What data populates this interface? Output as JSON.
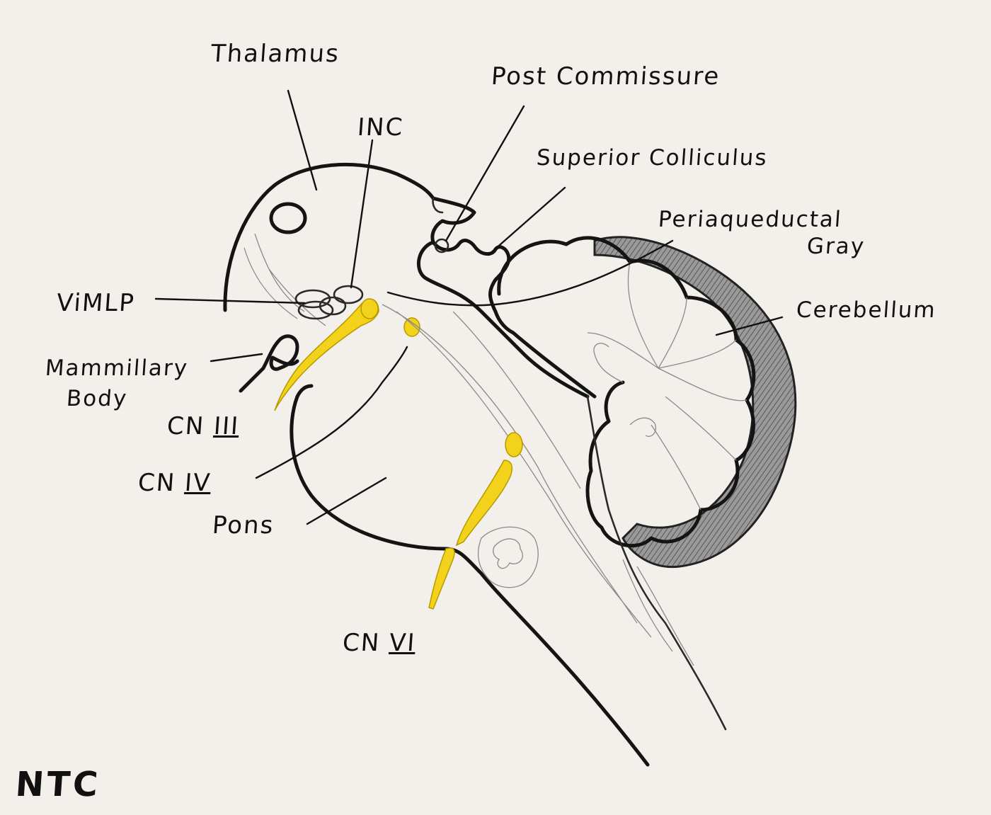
{
  "labels": {
    "thalamus": "Thalamus",
    "inc": "INC",
    "post_commissure": "Post Commissure",
    "superior_colliculus": "Superior Colliculus",
    "periaqueductal_gray_1": "Periaqueductal",
    "periaqueductal_gray_2": "Gray",
    "cerebellum": "Cerebellum",
    "vimlp": "ViMLP",
    "mammillary_body_1": "Mammillary",
    "mammillary_body_2": "Body",
    "cn3_prefix": "CN",
    "cn3_roman": "III",
    "cn4_prefix": "CN",
    "cn4_roman": "IV",
    "pons": "Pons",
    "cn6_prefix": "CN",
    "cn6_roman": "VI"
  },
  "signature": "NTC",
  "colors": {
    "paper": "#f3f0eb",
    "ink": "#141414",
    "nerve": "#f2d21a",
    "cerebellum_shade": "#6e6e6e"
  }
}
